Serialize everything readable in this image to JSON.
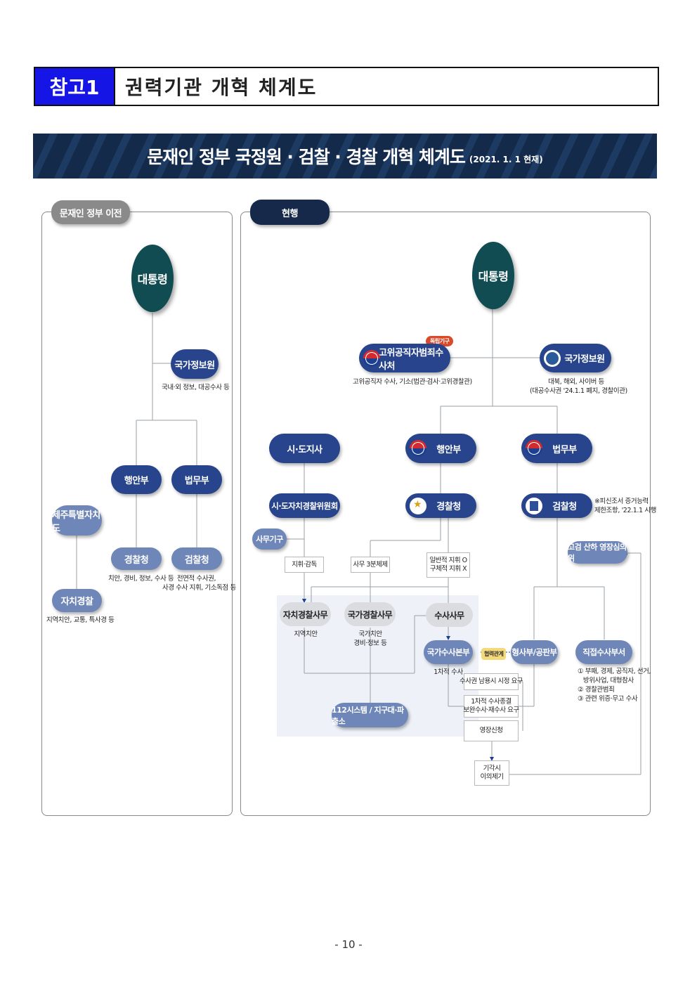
{
  "header": {
    "tag": "참고1",
    "title": "권력기관 개혁 체계도"
  },
  "banner": {
    "title": "문재인 정부 국정원 · 검찰 · 경찰 개혁 체계도",
    "date": "(2021. 1. 1 현재)"
  },
  "left": {
    "tab": "문재인 정부 이전",
    "president": "대통령",
    "nis": "국가정보원",
    "nis_note": "국내·외 정보, 대공수사 등",
    "moi": "행안부",
    "moj": "법무부",
    "jeju": "제주특별자치도",
    "police": "경찰청",
    "police_note": "치안, 경비, 정보, 수사 등",
    "prosecution": "검찰청",
    "prosecution_note": "전면적 수사권,\n사경 수사 지휘, 기소독점 등",
    "autonomous_police": "자치경찰",
    "autonomous_police_note": "지역치안, 교통, 특사경 등"
  },
  "right": {
    "tab": "현행",
    "president": "대통령",
    "badge": "독립기구",
    "cio": "고위공직자범죄수사처",
    "cio_note": "고위공직자 수사, 기소(법관·검사·고위경찰관)",
    "nis": "국가정보원",
    "nis_note": "대북, 해외, 사이버 등\n(대공수사권 '24.1.1 폐지, 경찰이관)",
    "governor": "시·도지사",
    "moi": "행안부",
    "moj": "법무부",
    "committee": "시·도자치경찰위원회",
    "police": "경찰청",
    "prosecution": "검찰청",
    "prosecution_note": "※피신조서 증거능력\n제한조항, '22.1.1 시행",
    "office": "사무기구",
    "review": "고검 산하 영장심의위",
    "supervise": "지휘·감독",
    "split": "사무 3분체제",
    "command": "일반적 지휘 O\n구체적 지휘 X",
    "auto_work": "자치경찰사무",
    "auto_work_note": "지역치안",
    "nat_work": "국가경찰사무",
    "nat_work_note": "국가치안\n경비·정보 등",
    "inv_work": "수사사무",
    "nib": "국가수사본부",
    "coop": "협력관계",
    "criminal_dept": "형사부/공판부",
    "direct_dept": "직접수사부서",
    "direct_note": "① 부패, 경제, 공직자, 선거,\n   방위사업, 대형참사\n② 경찰관범죄\n③ 관련 위증·무고 수사",
    "first_inv": "1차적 수사",
    "abuse": "수사권 남용시 시정 요구",
    "closing": "1차적 수사종결\n보완수사·재수사 요구",
    "warrant": "영장신청",
    "dismiss": "기각시\n이의제기",
    "system112": "112시스템 / 지구대·파출소"
  },
  "footer": {
    "page": "- 10 -"
  },
  "colors": {
    "tag_blue": "#1515e6",
    "dark_pill": "#27448c",
    "light_pill": "#6f86b8",
    "president_teal": "#104c52",
    "banner_navy": "#142a4a",
    "badge_red": "#d94a2b"
  }
}
